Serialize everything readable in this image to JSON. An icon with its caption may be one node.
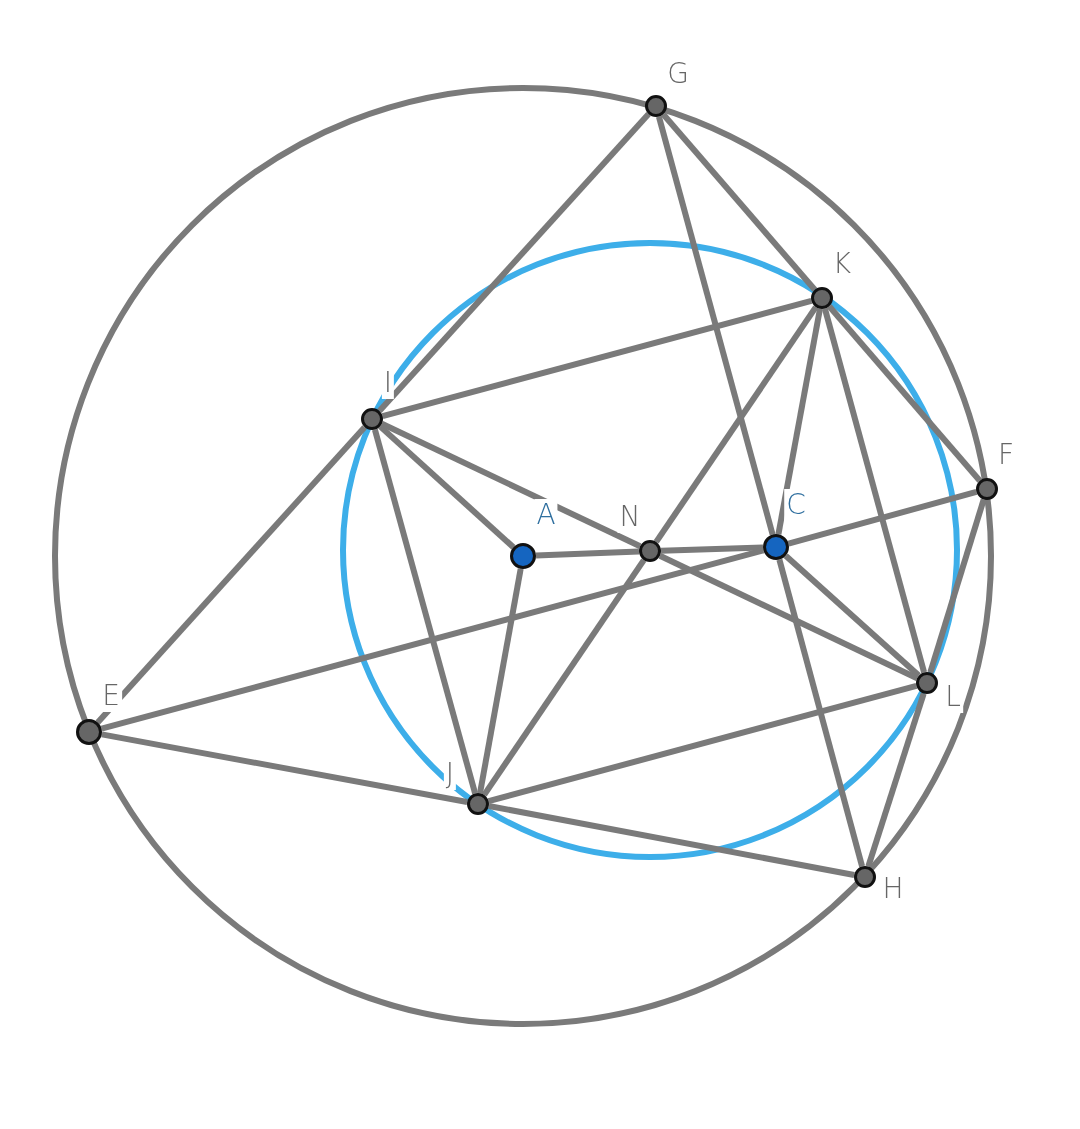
{
  "diagram": {
    "nodes": [
      {
        "text": [
          "G"
        ]
      },
      {
        "text": [
          "K"
        ]
      },
      {
        "text": [
          "I"
        ]
      },
      {
        "text": [
          "F"
        ]
      },
      {
        "text": [
          "A"
        ]
      },
      {
        "text": [
          "N"
        ]
      },
      {
        "text": [
          "C"
        ]
      },
      {
        "text": [
          "L"
        ]
      },
      {
        "text": [
          "E"
        ]
      },
      {
        "text": [
          "J"
        ]
      },
      {
        "text": [
          "H"
        ]
      }
    ],
    "edges": [
      {
        "from": 0,
        "to": 2,
        "arrow": "none"
      },
      {
        "from": 2,
        "to": 8,
        "arrow": "none"
      },
      {
        "from": 0,
        "to": 1,
        "arrow": "none"
      },
      {
        "from": 1,
        "to": 3,
        "arrow": "none"
      },
      {
        "from": 0,
        "to": 6,
        "arrow": "none"
      },
      {
        "from": 6,
        "to": 10,
        "arrow": "none"
      },
      {
        "from": 2,
        "to": 1,
        "arrow": "none"
      },
      {
        "from": 2,
        "to": 4,
        "arrow": "none"
      },
      {
        "from": 2,
        "to": 5,
        "arrow": "none"
      },
      {
        "from": 5,
        "to": 7,
        "arrow": "none"
      },
      {
        "from": 2,
        "to": 9,
        "arrow": "none"
      },
      {
        "from": 4,
        "to": 5,
        "arrow": "none"
      },
      {
        "from": 5,
        "to": 6,
        "arrow": "none"
      },
      {
        "from": 4,
        "to": 9,
        "arrow": "none"
      },
      {
        "from": 1,
        "to": 5,
        "arrow": "none"
      },
      {
        "from": 5,
        "to": 9,
        "arrow": "none"
      },
      {
        "from": 1,
        "to": 6,
        "arrow": "none"
      },
      {
        "from": 1,
        "to": 7,
        "arrow": "none"
      },
      {
        "from": 6,
        "to": 7,
        "arrow": "none"
      },
      {
        "from": 8,
        "to": 6,
        "arrow": "none"
      },
      {
        "from": 6,
        "to": 3,
        "arrow": "none"
      },
      {
        "from": 8,
        "to": 9,
        "arrow": "none"
      },
      {
        "from": 9,
        "to": 10,
        "arrow": "none"
      },
      {
        "from": 9,
        "to": 7,
        "arrow": "none"
      },
      {
        "from": 3,
        "to": 7,
        "arrow": "none"
      },
      {
        "from": 7,
        "to": 10,
        "arrow": "none"
      }
    ]
  }
}
